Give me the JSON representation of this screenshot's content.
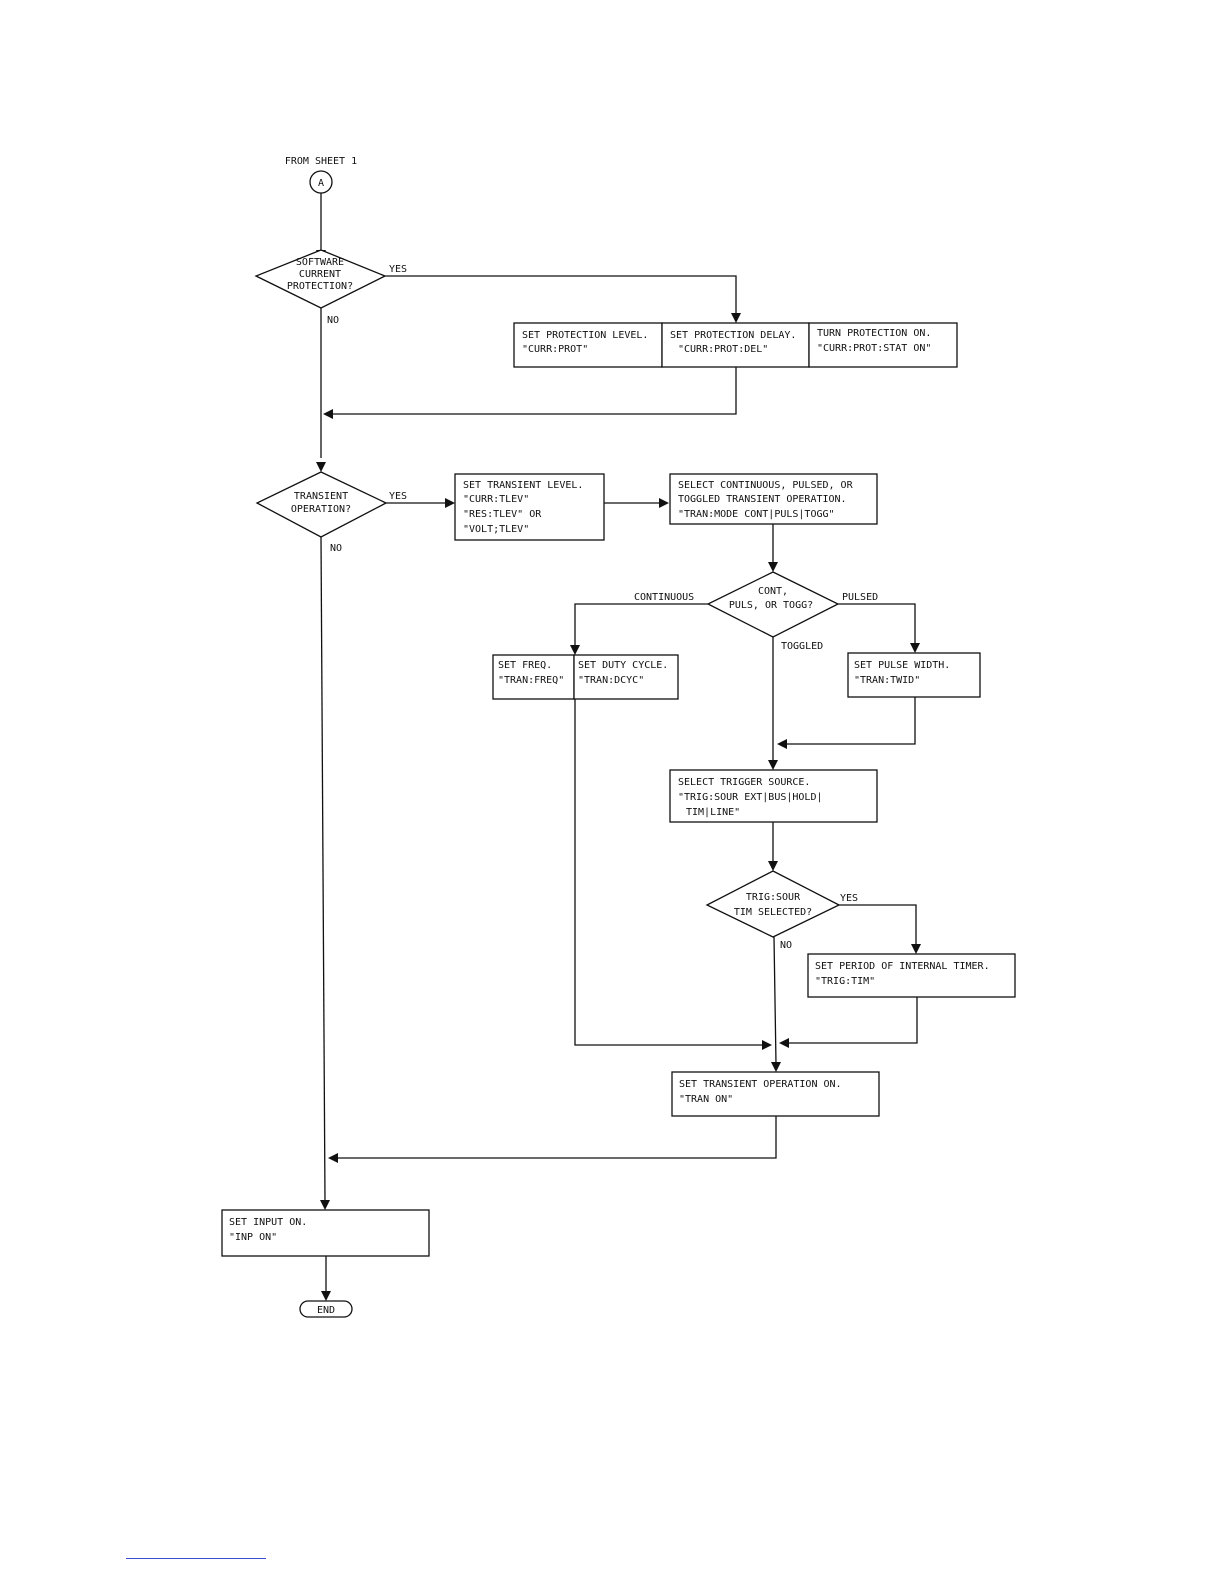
{
  "connector": {
    "caption": "FROM SHEET 1",
    "letter": "A"
  },
  "decisions": {
    "soft_prot": {
      "lines": [
        "SOFTWARE",
        "CURRENT",
        "PROTECTION?"
      ],
      "yes": "YES",
      "no": "NO"
    },
    "transient": {
      "lines": [
        "TRANSIENT",
        "OPERATION?"
      ],
      "yes": "YES",
      "no": "NO"
    },
    "mode": {
      "lines": [
        "CONT,",
        "PULS, OR TOGG?"
      ],
      "left": "CONTINUOUS",
      "right": "PULSED",
      "down": "TOGGLED"
    },
    "trig_tim": {
      "lines": [
        "TRIG:SOUR",
        "TIM SELECTED?"
      ],
      "yes": "YES",
      "no": "NO"
    }
  },
  "boxes": {
    "prot_level": {
      "lines": [
        "SET PROTECTION LEVEL.",
        "\"CURR:PROT\""
      ]
    },
    "prot_delay": {
      "lines": [
        "SET PROTECTION DELAY.",
        "\"CURR:PROT:DEL\""
      ]
    },
    "prot_on": {
      "lines": [
        "TURN PROTECTION ON.",
        "\"CURR:PROT:STAT ON\""
      ]
    },
    "tran_level": {
      "lines": [
        "SET TRANSIENT LEVEL.",
        "\"CURR:TLEV\"",
        "\"RES:TLEV\" OR",
        "\"VOLT;TLEV\""
      ]
    },
    "tran_mode": {
      "lines": [
        "SELECT CONTINUOUS, PULSED, OR",
        "TOGGLED TRANSIENT OPERATION.",
        "\"TRAN:MODE CONT|PULS|TOGG\""
      ]
    },
    "freq": {
      "lines": [
        "SET FREQ.",
        "\"TRAN:FREQ\""
      ]
    },
    "dcyc": {
      "lines": [
        "SET DUTY CYCLE.",
        "\"TRAN:DCYC\""
      ]
    },
    "pulse_width": {
      "lines": [
        "SET PULSE WIDTH.",
        "\"TRAN:TWID\""
      ]
    },
    "trig_source": {
      "lines": [
        "SELECT TRIGGER SOURCE.",
        "\"TRIG:SOUR EXT|BUS|HOLD|",
        "TIM|LINE\""
      ]
    },
    "timer_period": {
      "lines": [
        "SET PERIOD OF INTERNAL TIMER.",
        "\"TRIG:TIM\""
      ]
    },
    "tran_on": {
      "lines": [
        "SET TRANSIENT OPERATION ON.",
        "\"TRAN ON\""
      ]
    },
    "input_on": {
      "lines": [
        "SET INPUT ON.",
        "\"INP ON\""
      ]
    }
  },
  "terminal": {
    "label": "END"
  }
}
